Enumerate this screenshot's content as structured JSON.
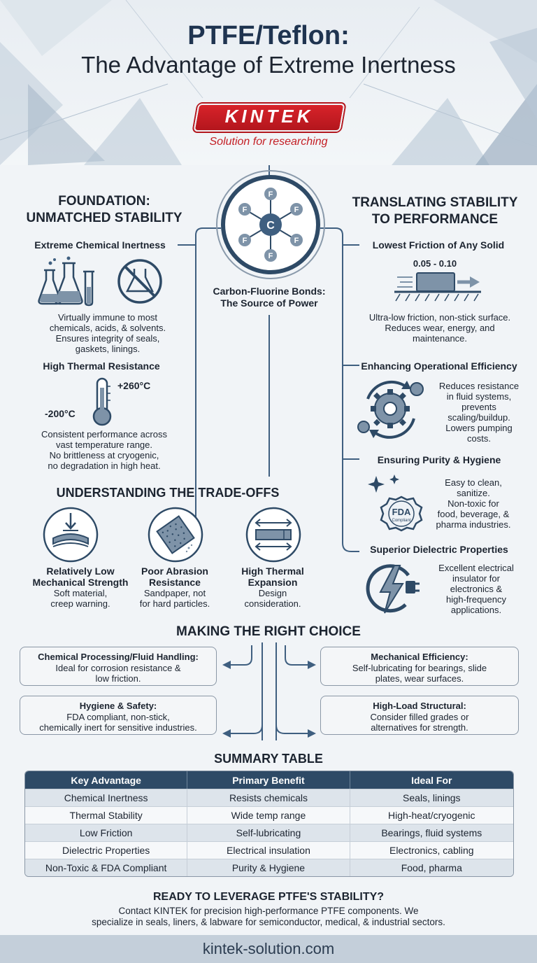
{
  "header": {
    "title_line1": "PTFE/Teflon:",
    "title_line2": "The Advantage of Extreme Inertness",
    "logo_text": "KINTEK",
    "logo_tagline": "Solution for researching"
  },
  "foundation": {
    "title_line1": "FOUNDATION:",
    "title_line2": "UNMATCHED STABILITY",
    "chemical": {
      "title": "Extreme Chemical Inertness",
      "lines": [
        "Virtually immune to most",
        "chemicals, acids, & solvents.",
        "Ensures integrity of seals,",
        "gaskets, linings."
      ]
    },
    "thermal": {
      "title": "High Thermal Resistance",
      "high_temp": "+260°C",
      "low_temp": "-200°C",
      "lines": [
        "Consistent performance across",
        "vast temperature range.",
        "No brittleness at cryogenic,",
        "no degradation in high heat."
      ]
    }
  },
  "center": {
    "atom_center": "C",
    "atom_outer": "F",
    "caption_line1": "Carbon-Fluorine Bonds:",
    "caption_line2": "The Source of Power"
  },
  "performance": {
    "title_line1": "TRANSLATING STABILITY",
    "title_line2": "TO PERFORMANCE",
    "friction": {
      "title": "Lowest Friction of Any Solid",
      "range": "0.05 - 0.10",
      "lines": [
        "Ultra-low friction, non-stick surface.",
        "Reduces wear, energy, and",
        "maintenance."
      ]
    },
    "efficiency": {
      "title": "Enhancing Operational Efficiency",
      "lines": [
        "Reduces resistance",
        "in fluid systems,",
        "prevents",
        "scaling/buildup.",
        "Lowers pumping",
        "costs."
      ]
    },
    "purity": {
      "title": "Ensuring Purity & Hygiene",
      "badge": "FDA",
      "badge_sub": "Compliant",
      "lines": [
        "Easy to clean,",
        "sanitize.",
        "Non-toxic for",
        "food, beverage, &",
        "pharma industries."
      ]
    },
    "dielectric": {
      "title": "Superior Dielectric Properties",
      "lines": [
        "Excellent electrical",
        "insulator for",
        "electronics &",
        "high-frequency",
        "applications."
      ]
    }
  },
  "tradeoffs": {
    "title": "UNDERSTANDING THE TRADE-OFFS",
    "items": [
      {
        "title_line1": "Relatively Low",
        "title_line2": "Mechanical Strength",
        "body_line1": "Soft material,",
        "body_line2": "creep warning."
      },
      {
        "title_line1": "Poor Abrasion",
        "title_line2": "Resistance",
        "body_line1": "Sandpaper, not",
        "body_line2": "for hard particles."
      },
      {
        "title_line1": "High Thermal",
        "title_line2": "Expansion",
        "body_line1": "Design",
        "body_line2": "consideration."
      }
    ]
  },
  "choice": {
    "title": "MAKING THE RIGHT CHOICE",
    "boxes": [
      {
        "title": "Chemical Processing/Fluid Handling:",
        "line1": "Ideal for corrosion resistance &",
        "line2": "low friction."
      },
      {
        "title": "Mechanical Efficiency:",
        "line1": "Self-lubricating for bearings, slide",
        "line2": "plates, wear surfaces."
      },
      {
        "title": "Hygiene & Safety:",
        "line1": "FDA compliant, non-stick,",
        "line2": "chemically inert for sensitive industries."
      },
      {
        "title": "High-Load Structural:",
        "line1": "Consider filled grades or",
        "line2": "alternatives for strength."
      }
    ]
  },
  "summary": {
    "title": "SUMMARY TABLE",
    "headers": [
      "Key Advantage",
      "Primary Benefit",
      "Ideal For"
    ],
    "rows": [
      [
        "Chemical Inertness",
        "Resists chemicals",
        "Seals, linings"
      ],
      [
        "Thermal Stability",
        "Wide temp range",
        "High-heat/cryogenic"
      ],
      [
        "Low Friction",
        "Self-lubricating",
        "Bearings, fluid systems"
      ],
      [
        "Dielectric Properties",
        "Electrical insulation",
        "Electronics, cabling"
      ],
      [
        "Non-Toxic & FDA Compliant",
        "Purity & Hygiene",
        "Food, pharma"
      ]
    ]
  },
  "cta": {
    "title": "READY TO LEVERAGE PTFE'S STABILITY?",
    "line1": "Contact KINTEK for precision high-performance PTFE components. We",
    "line2": "specialize in seals, liners, & labware for semiconductor, medical, & industrial sectors."
  },
  "footer": {
    "url": "kintek-solution.com"
  },
  "colors": {
    "navy": "#2e4a66",
    "brand_red": "#c41e24",
    "icon_blue": "#3f5f80"
  }
}
